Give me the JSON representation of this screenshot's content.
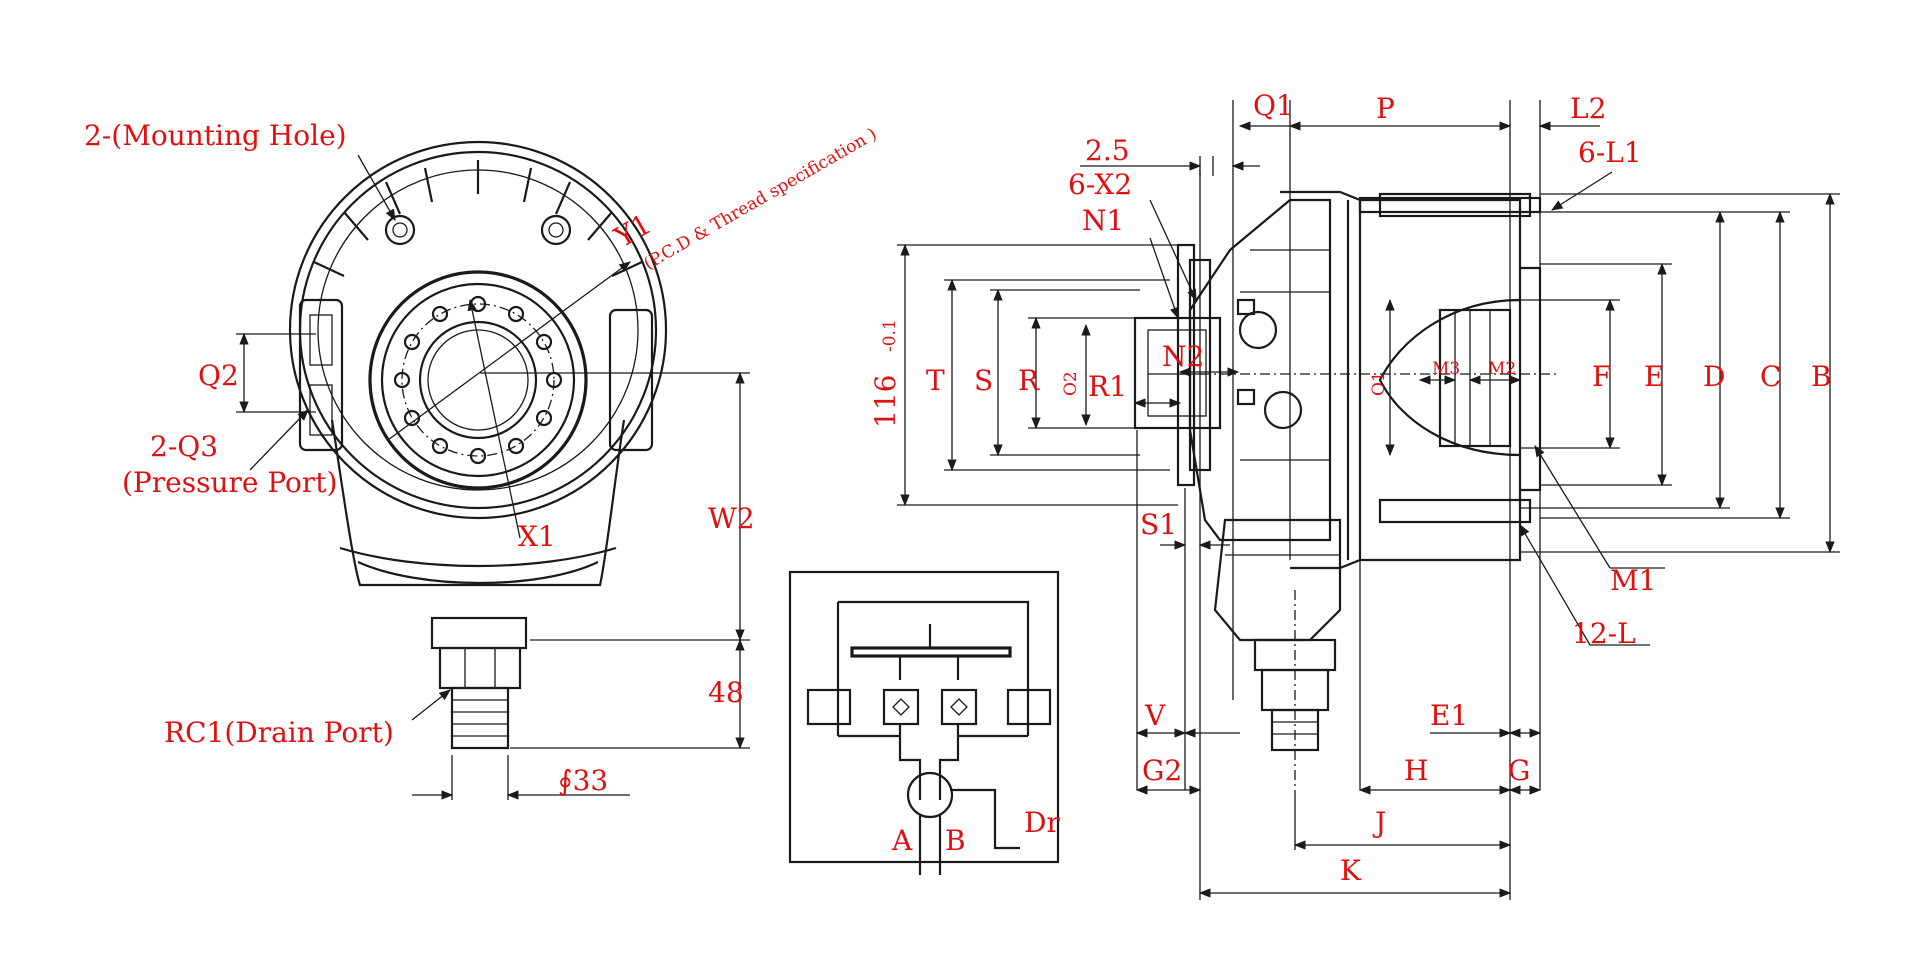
{
  "colors": {
    "label": "#e01010",
    "line": "#1a1a1a",
    "background": "#ffffff"
  },
  "front_view": {
    "mounting_hole": "2-(Mounting Hole)",
    "y1": "Y1",
    "pcd_thread": "(P.C.D & Thread specification )",
    "q2": "Q2",
    "q3_line1": "2-Q3",
    "q3_line2": "(Pressure Port)",
    "x1": "X1",
    "w2": "W2",
    "h48": "48",
    "rc1": "RC1(Drain Port)",
    "phi33": "∮33"
  },
  "schematic": {
    "port_a": "A",
    "port_b": "B",
    "port_dr": "Dr"
  },
  "side_view": {
    "q1": "Q1",
    "p": "P",
    "l2": "L2",
    "d25": "2.5",
    "l1": "6-L1",
    "x2": "6-X2",
    "n1": "N1",
    "d116": "116",
    "tol116": "-0.1",
    "t": "T",
    "s": "S",
    "r": "R",
    "o2": "O2",
    "n2": "N2",
    "r1": "R1",
    "o1": "O1",
    "m3": "M3",
    "m2": "M2",
    "f": "F",
    "e": "E",
    "d": "D",
    "c": "C",
    "b": "B",
    "s1": "S1",
    "m1": "M1",
    "l12": "12-L",
    "v": "V",
    "e1": "E1",
    "g2": "G2",
    "h": "H",
    "g": "G",
    "j": "J",
    "k": "K"
  }
}
